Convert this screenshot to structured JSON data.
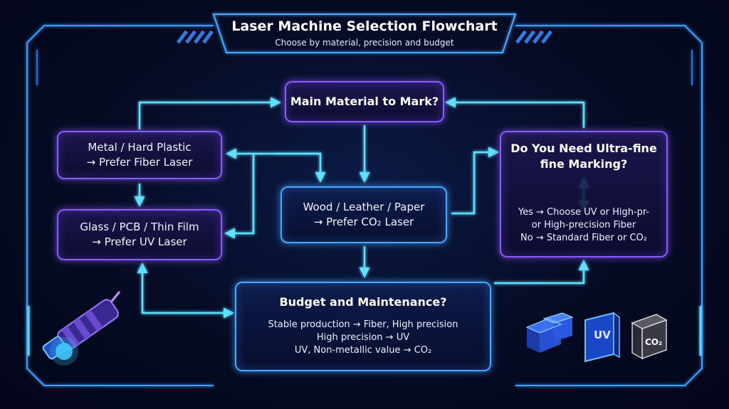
{
  "header": {
    "title": "Laser Machine Selection Flowchart",
    "subtitle": "Choose by material, precision and budget"
  },
  "nodes": {
    "main_material": "Main Material to Mark?",
    "metal_line1": "Metal / Hard Plastic",
    "metal_line2": "→ Prefer Fiber Laser",
    "glass_line1": "Glass / PCB / Thin Film",
    "glass_line2": "→ Prefer UV Laser",
    "wood_line1": "Wood / Leather / Paper",
    "wood_line2": "→ Prefer CO₂ Laser",
    "ultrafine_line1": "Do You Need Ultra-fine",
    "ultrafine_line2": "fine Marking?",
    "ultrafine_yes_line1": "Yes → Choose UV or High-pr-",
    "ultrafine_yes_line2": "or High-precision Fiber",
    "ultrafine_no": "No → Standard Fiber or CO₂",
    "budget_title": "Budget and Maintenance?",
    "budget_line1": "Stable production → Fiber,  High precision",
    "budget_line2": "High precision → UV",
    "budget_line3": "UV,  Non-metallic value → CO₂"
  },
  "icons": {
    "laser_head": "laser-head-icon",
    "fiber_cubes": "fiber-cubes-icon",
    "uv_panel": "uv-panel-icon",
    "uv_label": "UV",
    "co2_module": "co2-module-icon",
    "co2_label": "CO₂"
  },
  "colors": {
    "frame_blue": "#3aa0ff",
    "box_purple": "#8a5bff",
    "arrow_cyan": "#4fd8ff",
    "background": "#060b24"
  }
}
